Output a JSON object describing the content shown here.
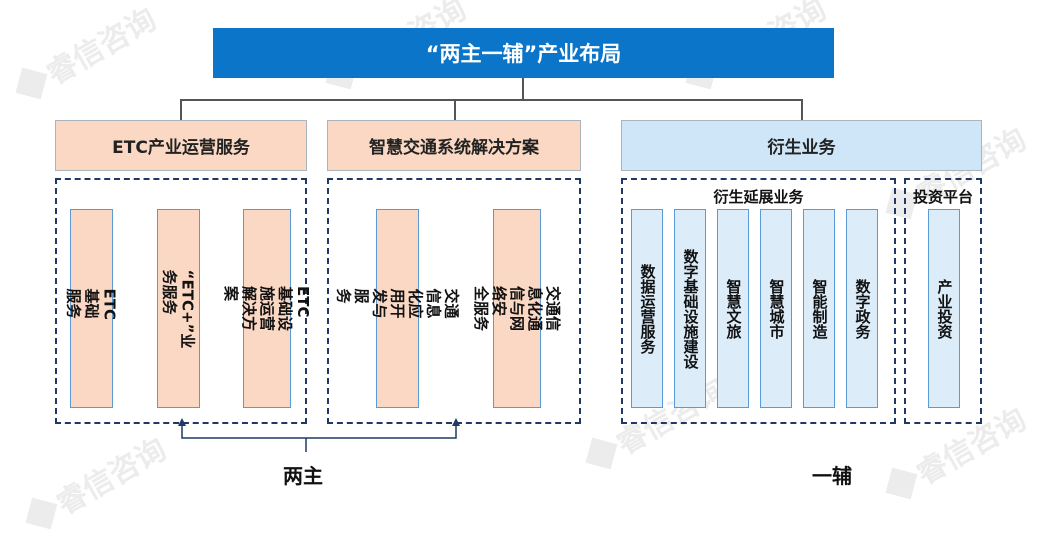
{
  "title": "“两主一辅”产业布局",
  "categories": {
    "etc": "ETC产业运营服务",
    "smart": "智慧交通系统解决方案",
    "derivative": "衍生业务"
  },
  "etc_items": [
    "ETC基础服务",
    "“ETC+”业务服务",
    "ETC基础设施运营解决方\n案"
  ],
  "smart_items": [
    "交通信息化应用开发与服\n务",
    "交通信息化通信与网络安\n全服务"
  ],
  "derivative_ext": {
    "label": "衍生延展业务",
    "items": [
      "数据运营服务",
      "数字基础设施建设",
      "智慧文旅",
      "智慧城市",
      "智能制造",
      "数字政务"
    ]
  },
  "investment": {
    "label": "投资平台",
    "items": [
      "产业投资"
    ]
  },
  "footer": {
    "main": "两主",
    "aux": "一辅"
  },
  "watermark": "睿信咨询",
  "colors": {
    "title_bg": "#0a75c9",
    "peach": "#fbd8c3",
    "light_blue": "#cfe6f8",
    "dash": "#1f3864"
  }
}
